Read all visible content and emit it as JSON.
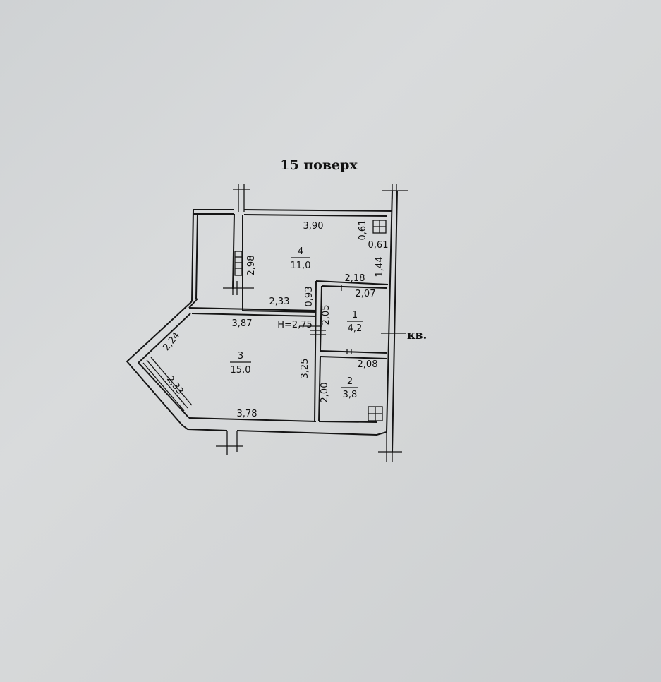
{
  "title": "15 поверх",
  "apartment_label": "кв.",
  "ceiling_height": "Н=2,75",
  "rooms": [
    {
      "number": "1",
      "area": "4,2"
    },
    {
      "number": "2",
      "area": "3,8"
    },
    {
      "number": "3",
      "area": "15,0"
    },
    {
      "number": "4",
      "area": "11,0"
    }
  ],
  "dimensions": {
    "d_390": "3,90",
    "d_061a": "0,61",
    "d_061b": "0,61",
    "d_298": "2,98",
    "d_144": "1,44",
    "d_218": "2,18",
    "d_207": "2,07",
    "d_093": "0,93",
    "d_233a": "2,33",
    "d_205": "2,05",
    "d_387": "3,87",
    "d_224": "2,24",
    "d_325": "3,25",
    "d_208": "2,08",
    "d_233b": "2,33",
    "d_200": "2,00",
    "d_378": "3,78"
  },
  "icons": [
    "ventilation-shaft-icon",
    "window-icon"
  ]
}
